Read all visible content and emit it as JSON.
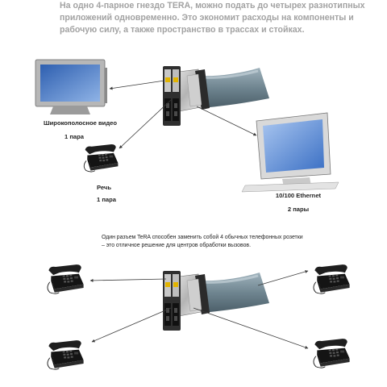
{
  "intro": "На одно 4-парное гнездо TERA, можно подать до четырех разнотипных приложений одновременно. Это экономит расходы на компоненты и рабочую силу, а также пространство в трассах и стойках.",
  "top": {
    "tv_label": "Широкополосное видео",
    "tv_pairs": "1 пара",
    "voice_label": "Речь",
    "voice_pairs": "1 пара",
    "eth_label": "10/100 Ethernet",
    "eth_pairs": "2 пары"
  },
  "bottom": {
    "note": "Один разъем TeRA способен заменить собой 4 обычных телефонных розетки – это отличное решение для центров обработки вызовов."
  },
  "colors": {
    "intro_text": "#a2a2a2",
    "cable": "#6f8590",
    "arrow": "#3a3a3a",
    "screen": "#3c6fc0"
  }
}
